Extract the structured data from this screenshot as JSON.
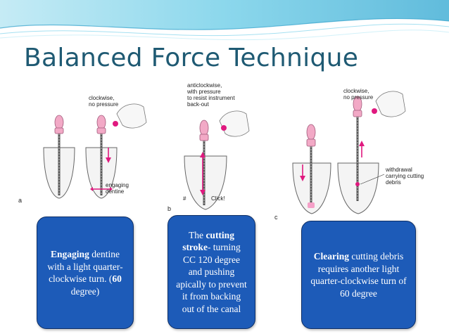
{
  "slide": {
    "title": "Balanced Force Technique"
  },
  "figure_a": {
    "label_top": [
      "clockwise,",
      "no pressure"
    ],
    "label_side": [
      "engaging",
      "dentine"
    ],
    "letter": "a"
  },
  "figure_b": {
    "label_top": [
      "anticlockwise,",
      "with pressure",
      "to resist instrument",
      "back-out"
    ],
    "label_click": "Click!",
    "label_hash": "#",
    "letter": "b"
  },
  "figure_c": {
    "label_top": [
      "clockwise,",
      "no pressure"
    ],
    "label_side": [
      "withdrawal",
      "carrying cutting",
      "debris"
    ],
    "letter": "c"
  },
  "callouts": {
    "left": {
      "bold1": "Engaging",
      "text1": " dentine with a light quarter-clockwise turn. (",
      "bold2": "60",
      "text2": " degree)"
    },
    "middle": {
      "text1": "The ",
      "bold1": "cutting stroke",
      "text2": "- turning CC 120 degree and pushing apically to prevent it from backing out of the canal"
    },
    "right": {
      "bold1": "Clearing",
      "text1": " cutting debris requires another light quarter-clockwise turn of 60 degree"
    }
  },
  "colors": {
    "title": "#1f5a73",
    "callout_fill": "#1d5bb8",
    "callout_border": "#0e2f66",
    "handle_pink": "#f2a9c6",
    "arrow_magenta": "#e0197f",
    "header_blue": "#5fc1e0"
  }
}
